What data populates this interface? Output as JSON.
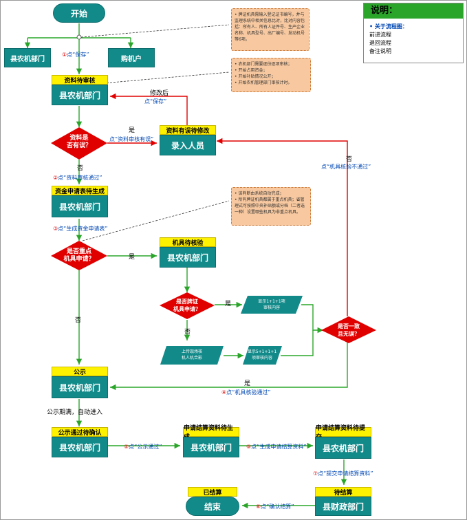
{
  "legend": {
    "title": "说明：",
    "section": "• 关于流程图：",
    "rows": [
      "前进流程",
      "退回流程",
      "备注说明"
    ]
  },
  "nodes": {
    "start": "开始",
    "county_left": "县农机部门",
    "buyer": "购机户",
    "review_header": "资料待审核",
    "review_body": "县农机部门",
    "error_header": "资料有误待修改",
    "error_body": "录入人员",
    "decision_error": [
      "资料是",
      "否有误？"
    ],
    "fund_header": "资金申请表待生成",
    "fund_body": "县农机部门",
    "decision_key": [
      "是否重点",
      "机具申请？"
    ],
    "verify_header": "机具待核验",
    "verify_body": "县农机部门",
    "decision_brand": [
      "是否牌证",
      "机具申请？"
    ],
    "show_a": [
      "显示1+1+1项",
      "审核内容"
    ],
    "show_b": [
      "显示5+1+1+1",
      "项审核内容"
    ],
    "upload": [
      "上传现场核",
      "机人机合影"
    ],
    "decision_match": [
      "是否一致",
      "且无误？"
    ],
    "publicity_header": "公示",
    "publicity_body": "县农机部门",
    "confirm_header": "公示通过待确认",
    "confirm_body": "县农机部门",
    "settle_gen_header": "申请结算资料待生成",
    "settle_gen_body": "县农机部门",
    "settle_submit_header": "申请结算资料待提交",
    "settle_submit_body": "县农机部门",
    "pending_header": "待结算",
    "pending_body": "县财政部门",
    "done_header": "已结算",
    "done_body": "结束"
  },
  "labels": {
    "save1_num": "①",
    "save1": "点“保存”",
    "modified": "修改后",
    "save2": "点“保存”",
    "yes1": "是",
    "review_error": "点“资料审核有误”",
    "no1": "否",
    "pass_num": "②",
    "pass": "点“资料审核通过”",
    "fund_num": "③",
    "fund": "点“生成资金申请表”",
    "yes2": "是",
    "no2": "否",
    "yes3": "是",
    "no3": "否",
    "reject_no": "否",
    "reject": "点“机具核验不通过”",
    "accept_yes": "是",
    "accept_num": "④",
    "accept": "点“机具核验通过”",
    "auto": "公示期满，自动进入",
    "pub_pass_num": "⑤",
    "pub_pass": "点“公示通过”",
    "gen_num": "⑥",
    "gen": "点“生成申请结算资料”",
    "submit_num": "⑦",
    "submit": "点“提交申请结算资料”",
    "confirm_num": "⑧",
    "confirm": "点“确认结算”"
  },
  "notes": {
    "note1": "• 牌证机具需输入登记证书编号，并与监理系统中相关信息比对，比对内容包括：所有人、所有人证件号、生产企业名称、机具型号、出厂编号、发动机号等6项。",
    "note2": "• 农机部门需要逐份逐项审核；\n• 开始占用资金；\n• 开始补贴情况公开；\n• 开始农机管理部门审核计时。",
    "note3": "• 该判断由系统自动完成；\n• 所有牌证机具都属于重点机具；省管理式可按照中央补贴额或分档（二者选一种）设置哪些机具为非重点机具。"
  },
  "colors": {
    "teal": "#138a8a",
    "yellow": "#fff200",
    "decision_red": "#e00000",
    "forward_green": "#2aa52a",
    "back_red": "#e00000",
    "label_blue": "#0047b3",
    "note_bg": "#f8c9a0"
  }
}
